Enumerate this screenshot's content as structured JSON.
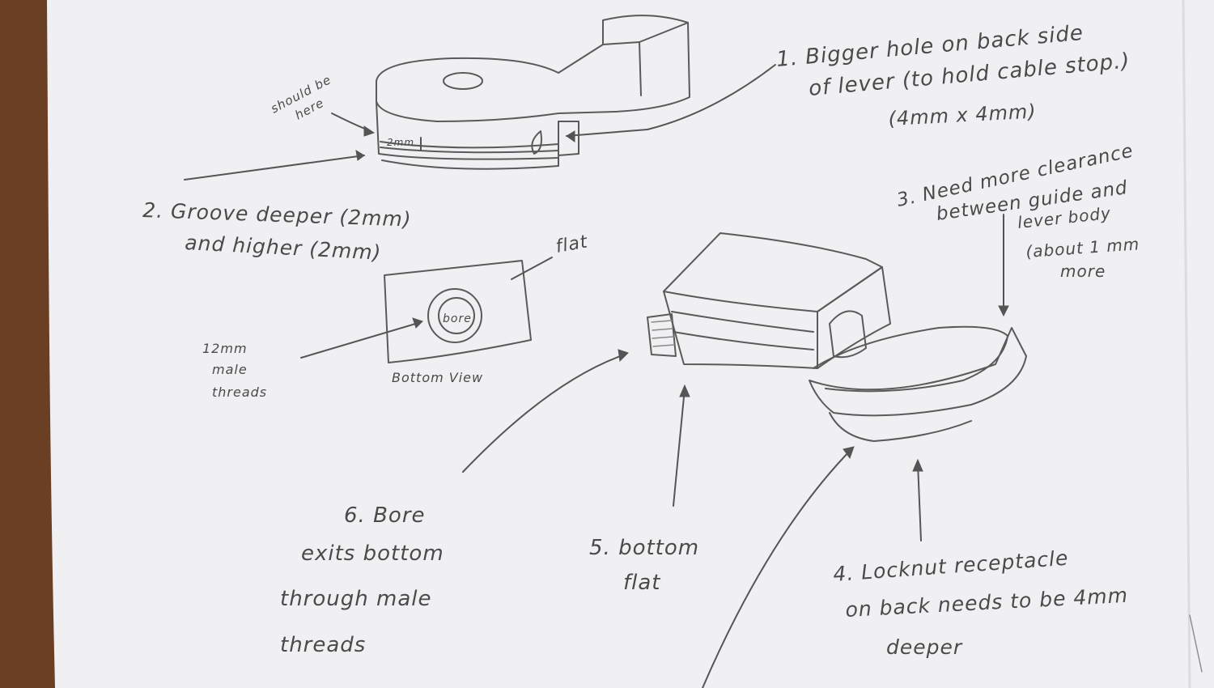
{
  "notes": {
    "n1": [
      "1. Bigger hole on back side",
      "of lever (to hold cable stop.)",
      "(4mm x 4mm)"
    ],
    "n2": [
      "2. Groove deeper (2mm)",
      "and higher (2mm)"
    ],
    "n3": [
      "3. Need more clearance",
      "between guide and",
      "lever body",
      "(about 1 mm",
      "more"
    ],
    "n4": [
      "4. Locknut receptacle",
      "on back   needs to be 4mm",
      "deeper"
    ],
    "n5": [
      "5. bottom",
      "flat"
    ],
    "n6": [
      "6. Bore",
      "exits bottom",
      "through male",
      "threads"
    ]
  },
  "small_labels": {
    "should_be": [
      "should be",
      "here"
    ],
    "two_mm": "2mm",
    "flat": "flat",
    "bore": "bore",
    "bottom_view": "Bottom View",
    "male_threads": [
      "12mm",
      "male",
      "threads"
    ]
  },
  "colors": {
    "paper": "#f0f0f2",
    "pencil": "#4a4a4a",
    "wood": "#6b3f24"
  }
}
